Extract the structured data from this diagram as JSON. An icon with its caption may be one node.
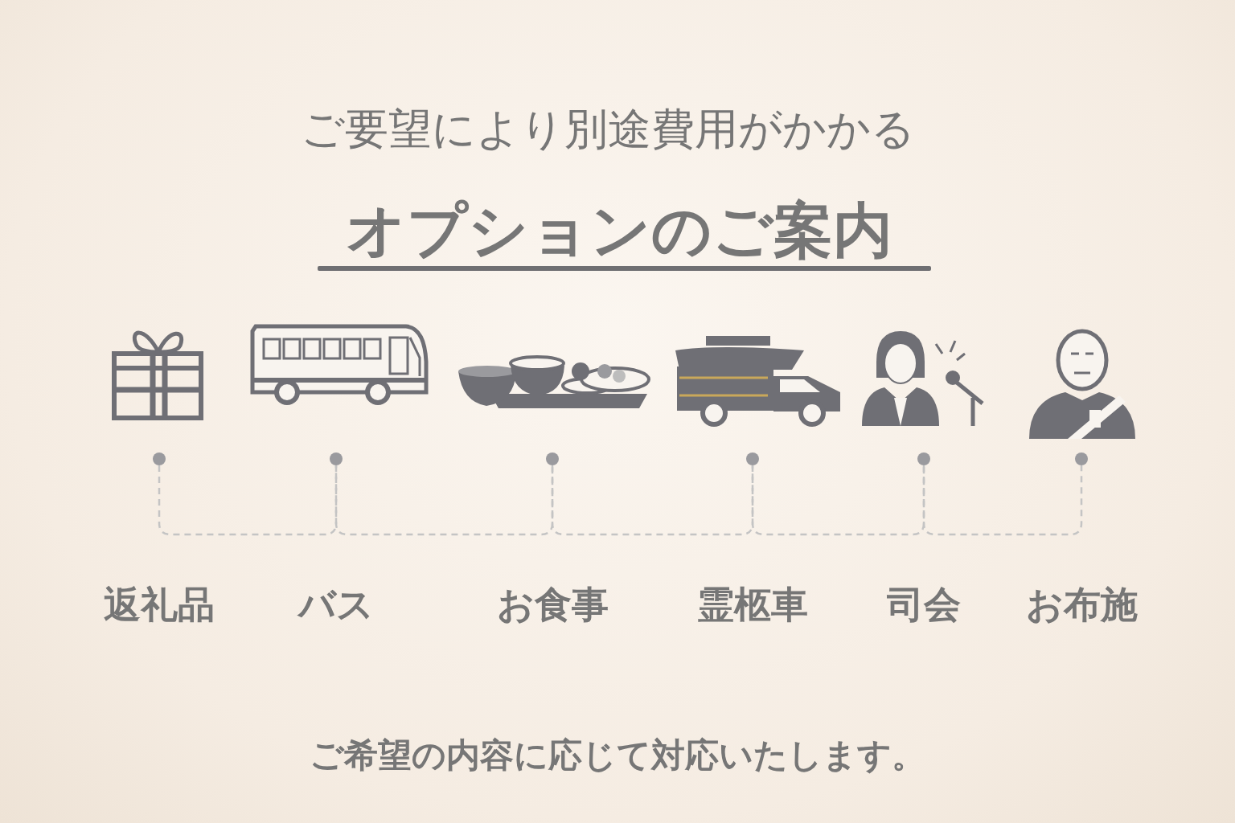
{
  "diagram": {
    "title": "オプションのご案内",
    "nodes": [
      {
        "text": [],
        "shape": "circle"
      },
      {
        "text": [],
        "shape": "circle"
      },
      {
        "text": [],
        "shape": "circle"
      },
      {
        "text": [],
        "shape": "circle"
      },
      {
        "text": [],
        "shape": "circle"
      },
      {
        "text": [],
        "shape": "circle"
      }
    ],
    "edges": [
      {
        "from": 0,
        "to": 1,
        "arrow": "none",
        "style": "dashed"
      },
      {
        "from": 1,
        "to": 2,
        "arrow": "none",
        "style": "dashed"
      },
      {
        "from": 2,
        "to": 3,
        "arrow": "none",
        "style": "dashed"
      },
      {
        "from": 3,
        "to": 4,
        "arrow": "none",
        "style": "dashed"
      },
      {
        "from": 4,
        "to": 5,
        "arrow": "none",
        "style": "dashed"
      }
    ],
    "labels": [
      "ご要望により別途費用がかかる",
      "返礼品",
      "バス",
      "お食事",
      "霊柩車",
      "司会",
      "お布施"
    ],
    "caption": "ご希望の内容に応じて対応いたします。"
  }
}
